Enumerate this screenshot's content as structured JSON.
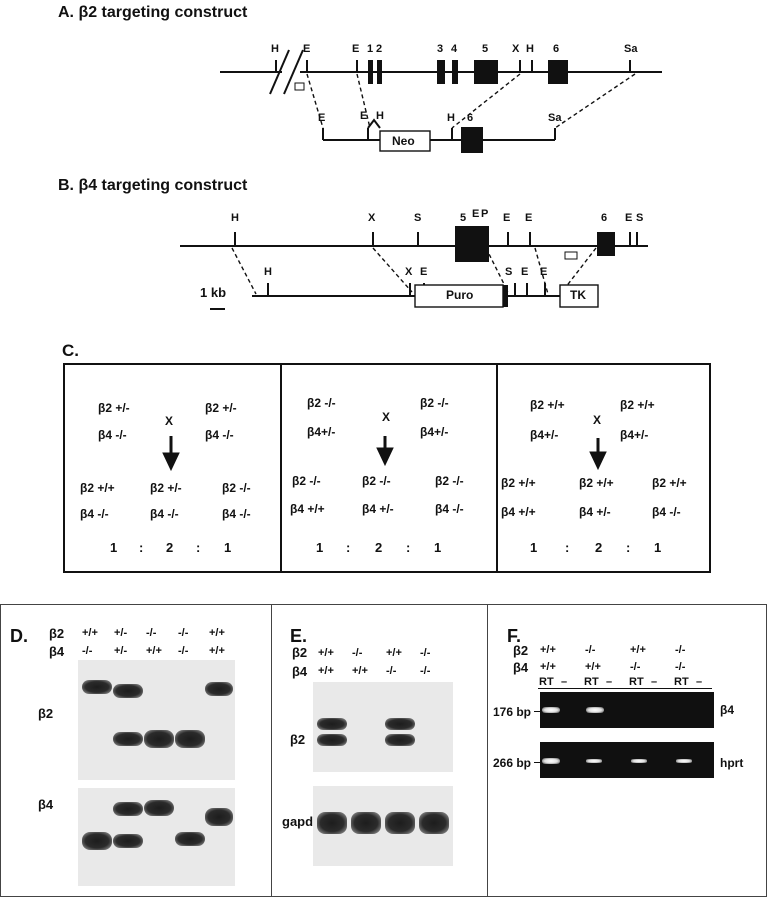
{
  "panelA": {
    "title": "A. β2 targeting construct",
    "sites_top": [
      "H",
      "E",
      "E",
      "1",
      "2",
      "3",
      "4",
      "5",
      "X",
      "H",
      "6",
      "Sa"
    ],
    "sites_bottom": [
      "E",
      "E",
      "H",
      "H",
      "6",
      "Sa"
    ],
    "cassette": "Neo"
  },
  "panelB": {
    "title": "B. β4 targeting construct",
    "sites_top": [
      "H",
      "X",
      "S",
      "5",
      "E",
      "P",
      "E",
      "E",
      "6",
      "E",
      "S"
    ],
    "sites_bottom": [
      "H",
      "X",
      "E",
      "S",
      "E",
      "E"
    ],
    "cassette": "Puro",
    "tk": "TK",
    "scale": "1 kb"
  },
  "panelC": {
    "title": "C.",
    "cross_symbol": "X",
    "crosses": [
      {
        "parents": [
          [
            "β2 +/-",
            "β4 -/-"
          ],
          [
            "β2 +/-",
            "β4 -/-"
          ]
        ],
        "offspring": [
          [
            "β2 +/+",
            "β4 -/-"
          ],
          [
            "β2 +/-",
            "β4 -/-"
          ],
          [
            "β2 -/-",
            "β4 -/-"
          ]
        ],
        "ratio": [
          "1",
          ":",
          "2",
          ":",
          "1"
        ]
      },
      {
        "parents": [
          [
            "β2 -/-",
            "β4+/-"
          ],
          [
            "β2 -/-",
            "β4+/-"
          ]
        ],
        "offspring": [
          [
            "β2 -/-",
            "β4 +/+"
          ],
          [
            "β2 -/-",
            "β4 +/-"
          ],
          [
            "β2 -/-",
            "β4 -/-"
          ]
        ],
        "ratio": [
          "1",
          ":",
          "2",
          ":",
          "1"
        ]
      },
      {
        "parents": [
          [
            "β2 +/+",
            "β4+/-"
          ],
          [
            "β2 +/+",
            "β4+/-"
          ]
        ],
        "offspring": [
          [
            "β2 +/+",
            "β4 +/+"
          ],
          [
            "β2 +/+",
            "β4 +/-"
          ],
          [
            "β2 +/+",
            "β4 -/-"
          ]
        ],
        "ratio": [
          "1",
          ":",
          "2",
          ":",
          "1"
        ]
      }
    ]
  },
  "panelD": {
    "title": "D.",
    "row_labels": [
      "β2",
      "β4"
    ],
    "lanes_b2": [
      "+/+",
      "+/-",
      "-/-",
      "-/-",
      "+/+"
    ],
    "lanes_b4": [
      "-/-",
      "+/-",
      "+/+",
      "-/-",
      "+/+"
    ],
    "blot_labels": [
      "β2",
      "β4"
    ]
  },
  "panelE": {
    "title": "E.",
    "row_labels": [
      "β2",
      "β4"
    ],
    "lanes_b2": [
      "+/+",
      "-/-",
      "+/+",
      "-/-"
    ],
    "lanes_b4": [
      "+/+",
      "+/+",
      "-/-",
      "-/-"
    ],
    "blot_labels": [
      "β2",
      "gapdh"
    ]
  },
  "panelF": {
    "title": "F.",
    "row_labels": [
      "β2",
      "β4"
    ],
    "lanes_b2": [
      "+/+",
      "-/-",
      "+/+",
      "-/-"
    ],
    "lanes_b4": [
      "+/+",
      "+/+",
      "-/-",
      "-/-"
    ],
    "rt_labels": [
      "RT",
      "–",
      "RT",
      "–",
      "RT",
      "–",
      "RT",
      "–"
    ],
    "size_labels": [
      "176 bp",
      "266 bp"
    ],
    "gene_labels": [
      "β4",
      "hprt"
    ]
  }
}
